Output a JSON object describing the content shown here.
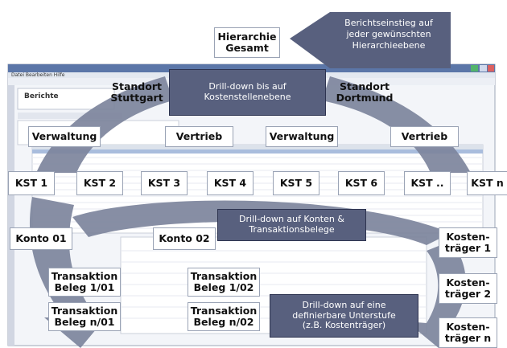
{
  "callout": {
    "text": "Berichtseinstieg auf\njeder gewünschten\nHierarchieebene"
  },
  "top": {
    "label": "Hierarchie\nGesamt"
  },
  "drill1": {
    "text": "Drill-down bis auf\nKostenstellenebene"
  },
  "drill2": {
    "text": "Drill-down auf Konten &\nTransaktionsbelege"
  },
  "drill3": {
    "text": "Drill-down auf eine\ndefinierbare Unterstufe\n(z.B. Kostenträger)"
  },
  "sites": {
    "left": "Standort\nStuttgart",
    "right": "Standort\nDortmund"
  },
  "departments": [
    "Verwaltung",
    "Vertrieb",
    "Verwaltung",
    "Vertrieb"
  ],
  "cost_centers": [
    "KST 1",
    "KST 2",
    "KST 3",
    "KST 4",
    "KST 5",
    "KST 6",
    "KST ..",
    "KST n"
  ],
  "accounts": [
    "Konto 01",
    "Konto 02"
  ],
  "transactions": [
    "Transaktion\nBeleg 1/01",
    "Transaktion\nBeleg n/01",
    "Transaktion\nBeleg 1/02",
    "Transaktion\nBeleg n/02"
  ],
  "cost_objects": [
    "Kosten-\nträger 1",
    "Kosten-\nträger 2",
    "Kosten-\nträger n"
  ],
  "screenshot": {
    "app_title": "Berichte",
    "menu": "Datei  Bearbeiten  Hilfe"
  },
  "colors": {
    "arrow": "#7d849c",
    "arrow_dark": "#58607e",
    "box_border": "#9aa3b5",
    "callout": "#58607e"
  }
}
